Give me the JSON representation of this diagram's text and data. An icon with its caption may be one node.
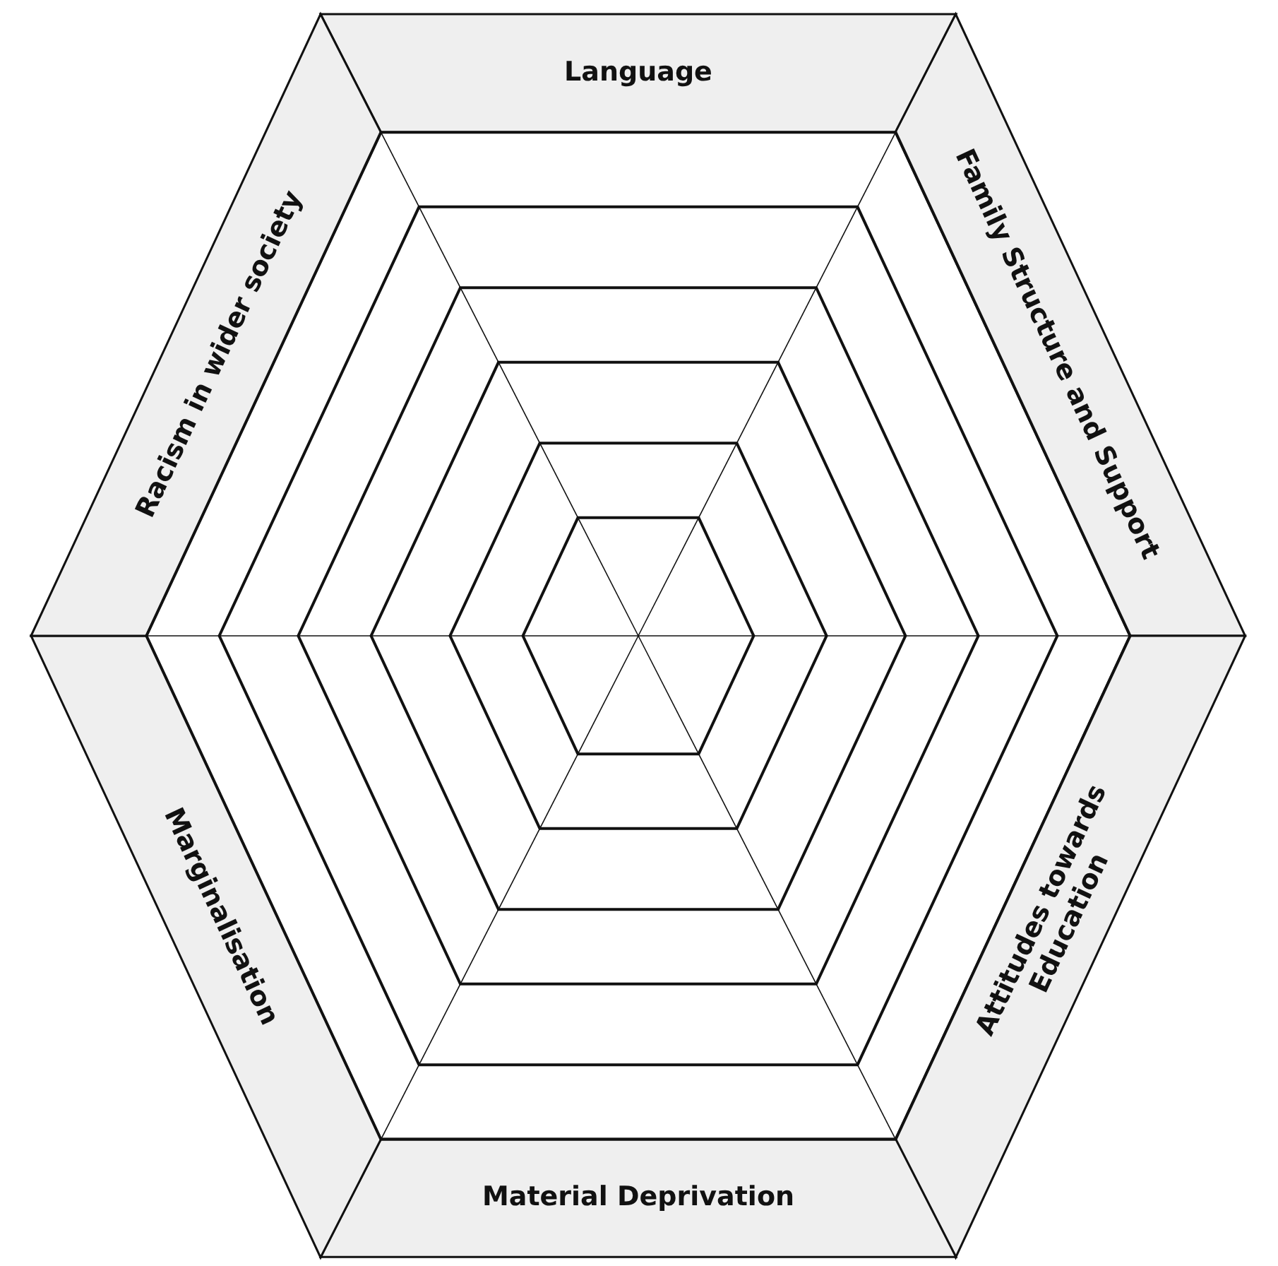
{
  "diagram": {
    "nodes": [
      {
        "text": [
          "Language"
        ]
      },
      {
        "text": [
          "Family Structure and Support"
        ]
      },
      {
        "text": [
          "Attitudes towards Education"
        ]
      },
      {
        "text": [
          "Material Deprivation"
        ]
      },
      {
        "text": [
          "Marginalisation"
        ]
      },
      {
        "text": [
          "Racism in wider society"
        ]
      }
    ]
  }
}
